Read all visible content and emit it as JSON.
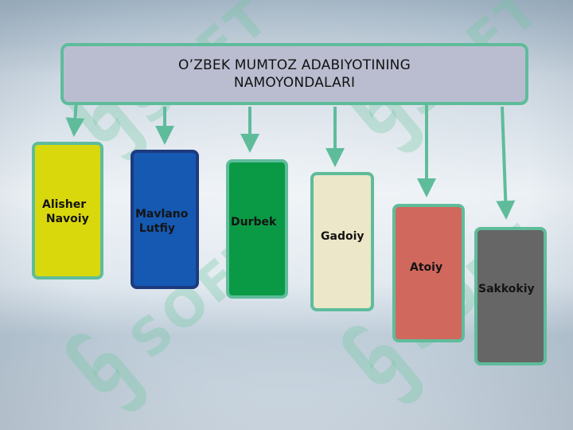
{
  "title": "O’ZBEK MUMTOZ ADABIYOTINING\nNAMOYONDALARI",
  "watermark": "SOFT",
  "cards": [
    {
      "label": "Alisher\n Navoiy",
      "color": "#d9d80d"
    },
    {
      "label": "Mavlano\n Lutfiy",
      "color": "#1559b2"
    },
    {
      "label": "Durbek",
      "color": "#0a9a45"
    },
    {
      "label": "Gadoiy",
      "color": "#ece7c8"
    },
    {
      "label": "Atoiy",
      "color": "#d0685d"
    },
    {
      "label": "Sakkokiy",
      "color": "#666666"
    }
  ],
  "colors": {
    "accent": "#5fbc9b",
    "title_fill": "#babdd0"
  }
}
